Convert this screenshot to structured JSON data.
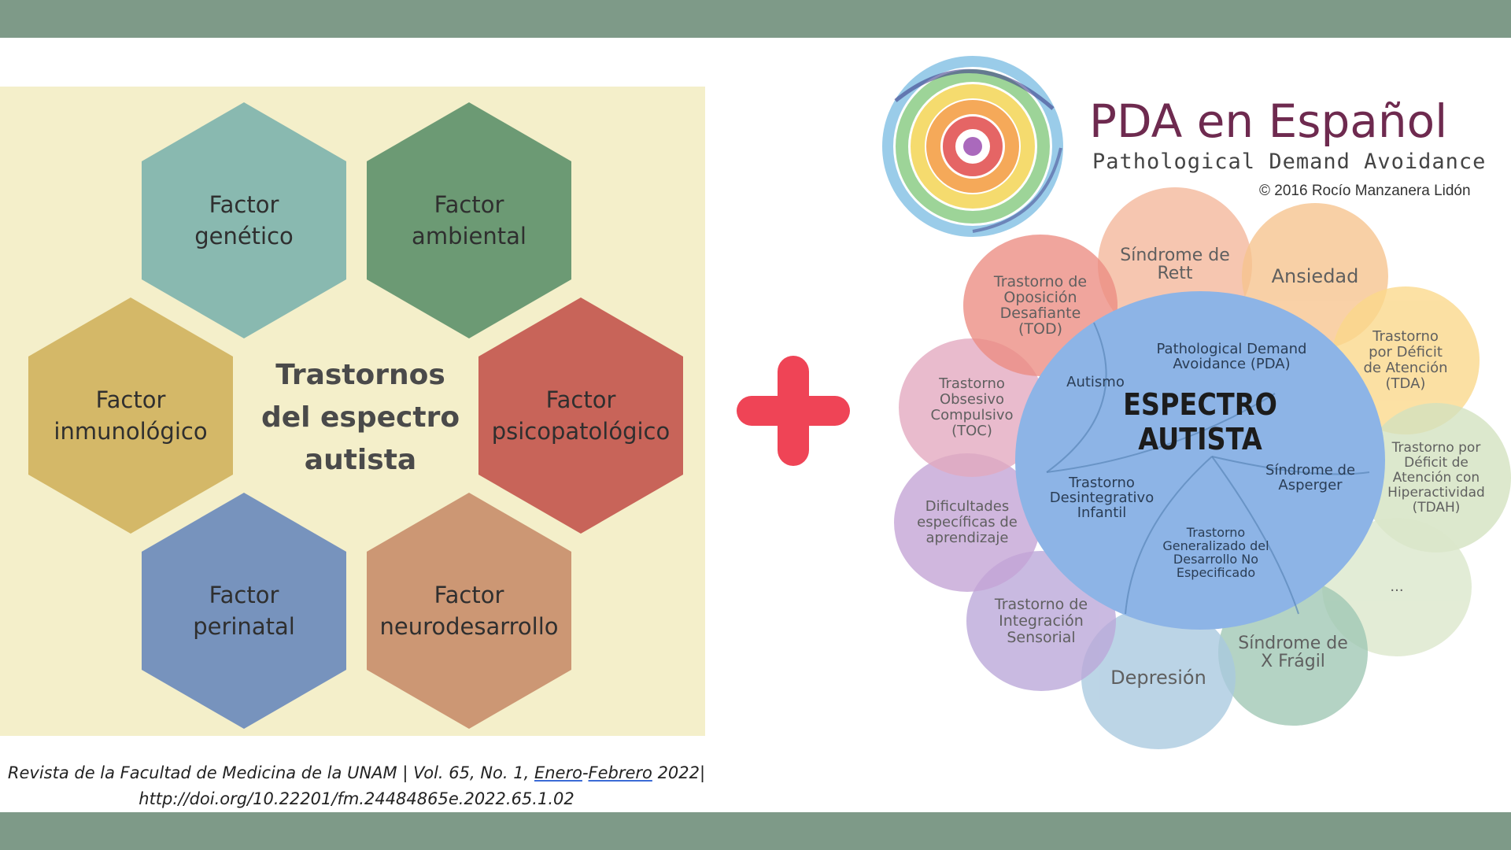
{
  "left_diagram": {
    "center_title": "Trastornos\ndel espectro\nautista",
    "factors": [
      {
        "label": "Factor\ngenético",
        "color": "#89b9b0"
      },
      {
        "label": "Factor\nambiental",
        "color": "#6c9a74"
      },
      {
        "label": "Factor\ninmunológico",
        "color": "#d4b868"
      },
      {
        "label": "Factor\npsicopatológico",
        "color": "#c86459"
      },
      {
        "label": "Factor\nperinatal",
        "color": "#7793bd"
      },
      {
        "label": "Factor\nneurodesarrollo",
        "color": "#cc9774"
      }
    ]
  },
  "citation": {
    "line1_before": "Revista de la Facultad de Medicina de la UNAM | Vol. 65, No. 1, ",
    "line1_u1": "Enero",
    "line1_sep": "-",
    "line1_u2": "Febrero",
    "line1_after": " 2022|",
    "line2": "http://doi.org/10.22201/fm.24484865e.2022.65.1.02"
  },
  "right_diagram": {
    "title": "PDA en Español",
    "subtitle": "Pathological Demand Avoidance",
    "copyright": "© 2016 Rocío Manzanera Lidón",
    "center_title": "ESPECTRO\nAUTISTA",
    "subtypes": [
      "Pathological Demand\nAvoidance (PDA)",
      "Autismo",
      "Síndrome de\nAsperger",
      "Trastorno\nDesintegrativo\nInfantil",
      "Trastorno\nGeneralizado del\nDesarrollo No\nEspecificado"
    ],
    "bubbles": [
      {
        "label": "Síndrome de\nRett",
        "color": "#f4b79a"
      },
      {
        "label": "Ansiedad",
        "color": "#f7c48e"
      },
      {
        "label": "Trastorno\npor Déficit\nde Atención\n(TDA)",
        "color": "#fbd88a"
      },
      {
        "label": "Trastorno por\nDéficit de\nAtención con\nHiperactividad\n(TDAH)",
        "color": "#d3e2bf"
      },
      {
        "label": "...",
        "color": "#dbe7cb"
      },
      {
        "label": "Síndrome de\nX Frágil",
        "color": "#9fc7b4"
      },
      {
        "label": "Depresión",
        "color": "#a9c9df"
      },
      {
        "label": "Trastorno de\nIntegración\nSensorial",
        "color": "#bba7d9"
      },
      {
        "label": "Dificultades\nespecíficas de\naprendizaje",
        "color": "#c4a3d6"
      },
      {
        "label": "Trastorno\nObsesivo\nCompulsivo\n(TOC)",
        "color": "#e3a9bf"
      },
      {
        "label": "Trastorno de\nOposición\nDesafiante\n(TOD)",
        "color": "#ec8c82"
      }
    ]
  }
}
